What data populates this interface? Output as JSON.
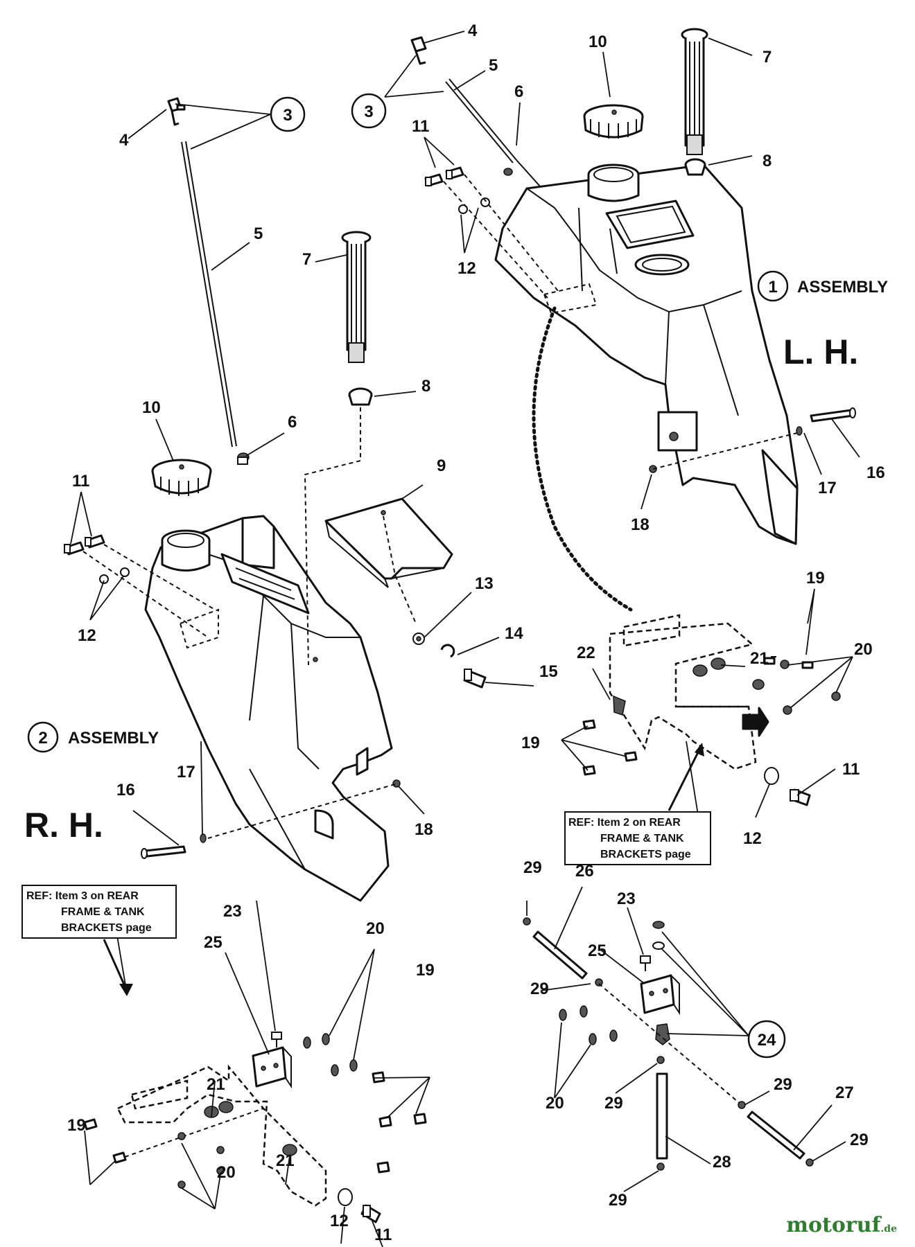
{
  "diagram": {
    "side_left": "R. H.",
    "side_right": "L. H.",
    "assembly_label": "ASSEMBLY",
    "assembly_1_num": "1",
    "assembly_2_num": "2",
    "callout_3": "3",
    "callout_24": "24",
    "ref_left": [
      "REF: Item 3 on REAR",
      "FRAME & TANK",
      "BRACKETS page"
    ],
    "ref_right": [
      "REF: Item 2 on REAR",
      "FRAME & TANK",
      "BRACKETS page"
    ],
    "part_numbers": [
      "4",
      "5",
      "6",
      "7",
      "8",
      "9",
      "10",
      "11",
      "12",
      "13",
      "14",
      "15",
      "16",
      "17",
      "18",
      "19",
      "20",
      "21",
      "22",
      "23",
      "25",
      "26",
      "27",
      "28",
      "29"
    ]
  },
  "watermark": {
    "name": "motoruf",
    "tld": ".de",
    "color": "#2f7d2f"
  }
}
